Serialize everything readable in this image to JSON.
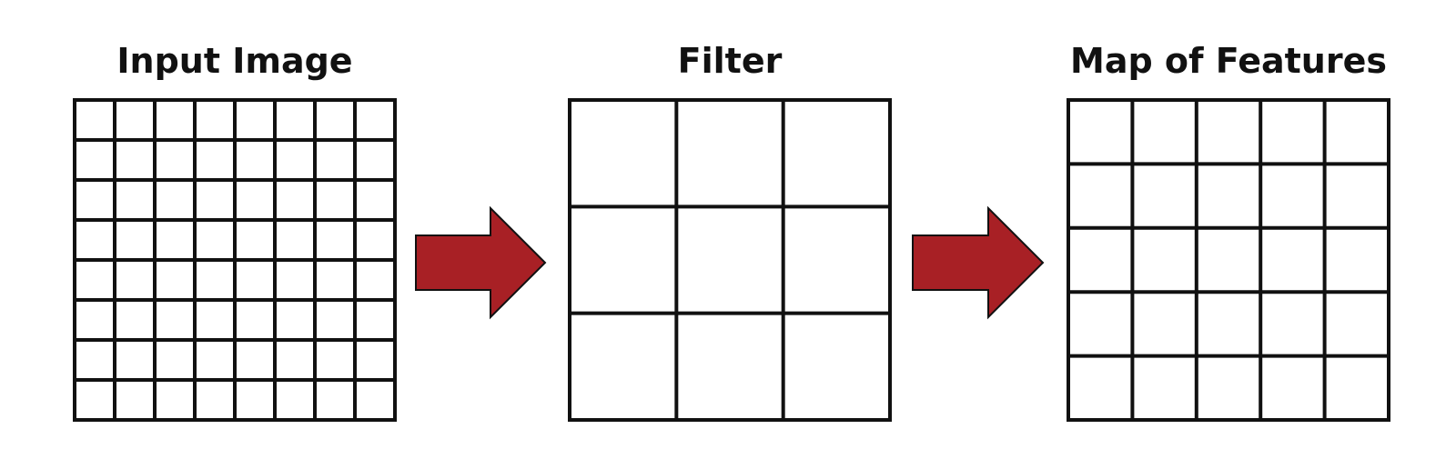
{
  "panels": [
    {
      "id": "input",
      "title": "Input Image",
      "rows": 8,
      "cols": 8
    },
    {
      "id": "filter",
      "title": "Filter",
      "rows": 3,
      "cols": 3
    },
    {
      "id": "map",
      "title": "Map of Features",
      "rows": 5,
      "cols": 5
    }
  ],
  "colors": {
    "arrow": "#a82025",
    "grid": "#111111",
    "background": "#ffffff"
  }
}
